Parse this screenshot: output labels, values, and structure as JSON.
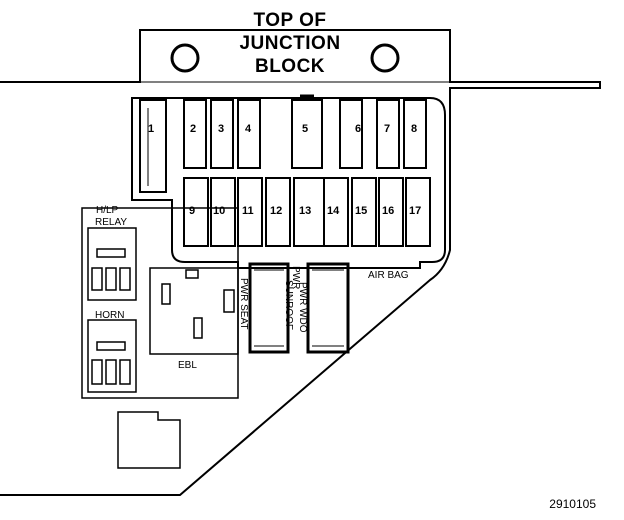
{
  "title": {
    "line1": "TOP OF",
    "line2": "JUNCTION",
    "line3": "BLOCK"
  },
  "figure_id": "2910105",
  "fuses": {
    "top_row": [
      "1",
      "2",
      "3",
      "4",
      "5",
      "6",
      "7",
      "8"
    ],
    "bottom_row": [
      "9",
      "10",
      "11",
      "12",
      "13",
      "14",
      "15",
      "16",
      "17"
    ]
  },
  "labels": {
    "hlp_relay_line1": "H/LP",
    "hlp_relay_line2": "RELAY",
    "horn": "HORN",
    "ebl": "EBL",
    "pwr_seat": "PWR SEAT",
    "pwr_sunroof_line1": "PWR",
    "pwr_sunroof_line2": "SUNROOF",
    "pwr_wdo": "PWR WDO",
    "air_bag": "AIR BAG"
  }
}
